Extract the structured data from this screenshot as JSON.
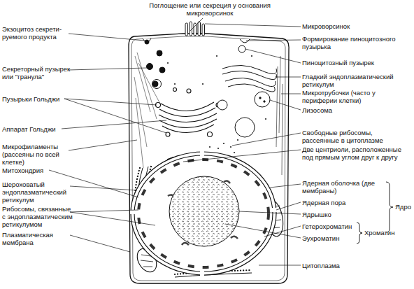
{
  "diagram": {
    "labels": [
      "Поглощение или секреция у основания микроворсинок",
      "Экзоцитоз секрети- руемого продукта",
      "Секреторный пузырек или \"гранула\"",
      "Пузырьки Гольджи",
      "Аппарат Гольджи",
      "Микрофиламенты (рассеяны по всей клетке)",
      "Митохондрия",
      "Шероховатый эндоплазматический ретикулум",
      "Рибосомы, связанные с эндоплазматическим ретикулумом",
      "Плазматическая мембрана",
      "Микроворсинок",
      "Формирование пиноцитозного пузырька",
      "Пиноцитозный пузырек",
      "Гладкий эндоплазматический ретикулум",
      "Микротрубочки (часто у периферии клетки)",
      "Лизосома",
      "Свободные рибосомы, рассеянные в цитоплазме",
      "Две центриоли, расположенные под прямым углом друг к другу",
      "Ядерная оболочка (две мембраны)",
      "Ядерная пора",
      "Ядрышко",
      "Гетерохроматин",
      "Эухроматин",
      "Хроматин",
      "Ядро",
      "Цитоплазма"
    ]
  }
}
